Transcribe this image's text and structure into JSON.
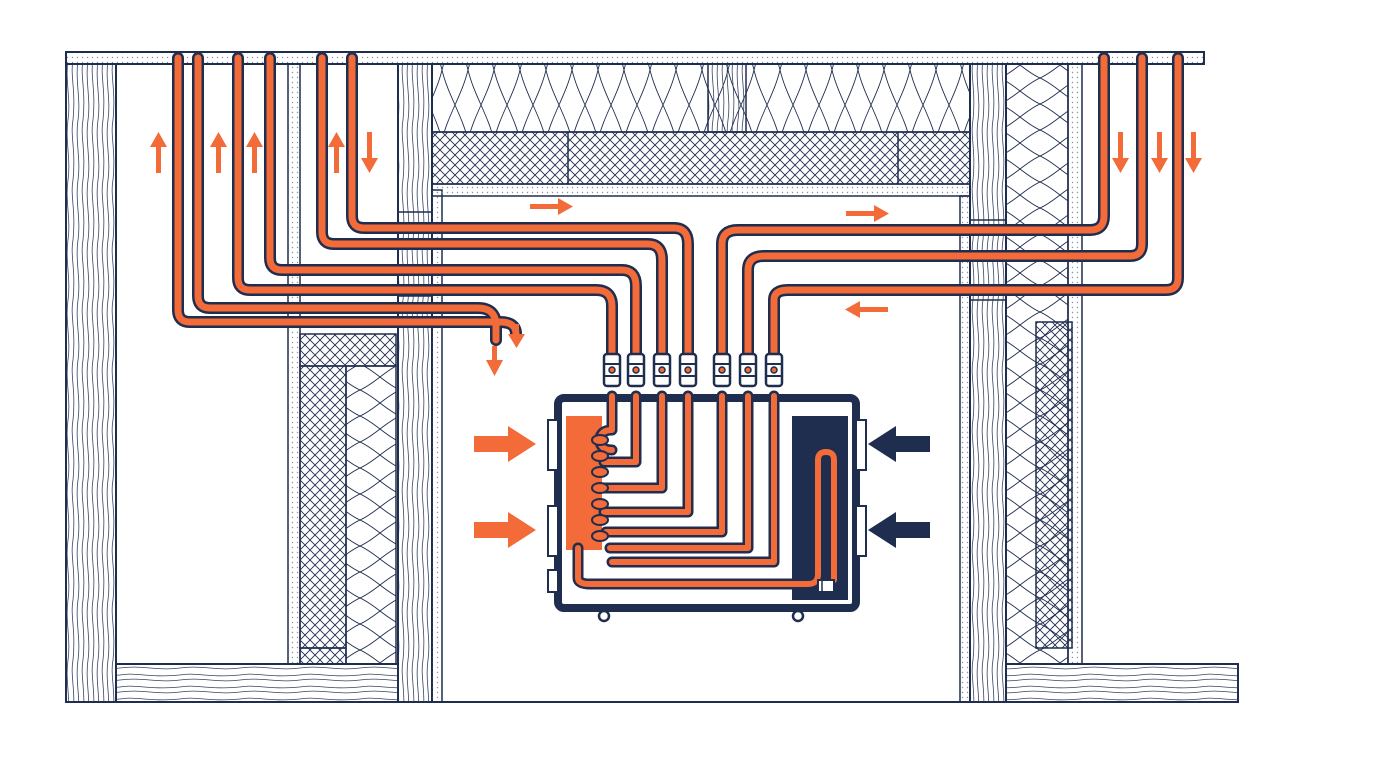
{
  "colors": {
    "navy": "#1f2d4f",
    "orange": "#f26b38",
    "background": "#ffffff",
    "wood_grain": "#35425f",
    "drywall_dots": "#8b92a5"
  },
  "materials": [
    "wood-stud",
    "batt-insulation",
    "rigid-insulation",
    "drywall",
    "header-beam",
    "sill-plate"
  ],
  "icons": [
    "arrow-up-icon",
    "arrow-down-icon",
    "arrow-right-icon",
    "arrow-left-icon",
    "valve-icon",
    "bracket-icon"
  ],
  "components": {
    "valve_count": 7,
    "manifold": "manifold-box"
  }
}
